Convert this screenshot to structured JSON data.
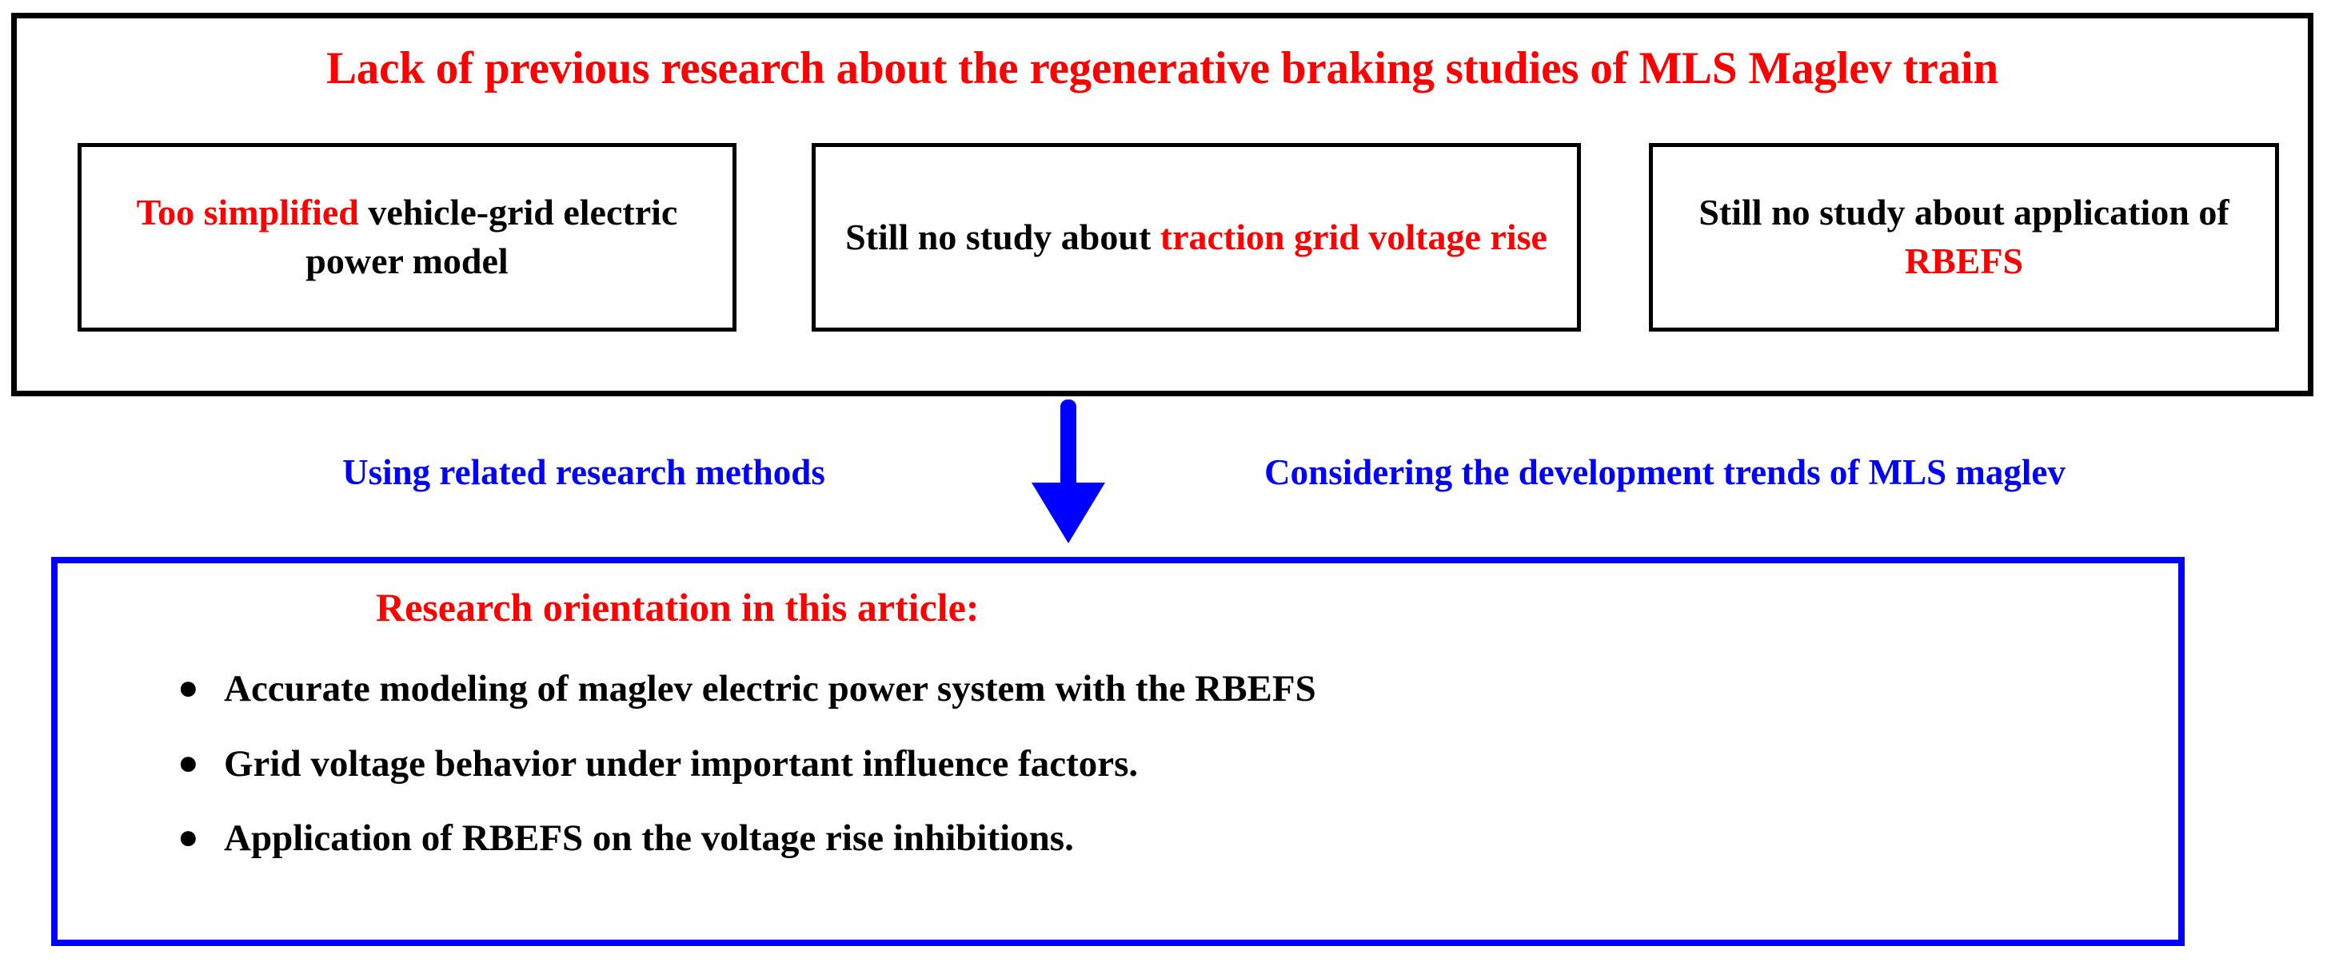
{
  "colors": {
    "red": "#fe0000",
    "blue": "#0000fe",
    "black": "#000000",
    "white": "#ffffff"
  },
  "top_section": {
    "title_full": "Lack of previous research about the regenerative braking studies of MLS Maglev train",
    "boxes": [
      {
        "id": "too-simplified-model",
        "highlight": "Too simplified",
        "rest": " vehicle-grid electric power model",
        "full": "Too simplified vehicle-grid electric power model"
      },
      {
        "id": "traction-grid-voltage-rise",
        "lead": "Still no study about ",
        "highlight": "traction grid voltage rise",
        "full": "Still no study about traction grid voltage rise"
      },
      {
        "id": "application-of-rbefs",
        "lead": "Still no study about application of ",
        "highlight": "RBEFS",
        "full": "Still no study about application of RBEFS"
      }
    ]
  },
  "middle": {
    "left_caption": "Using related research methods",
    "right_caption": "Considering the development trends of MLS maglev",
    "arrow": "down-arrow"
  },
  "bottom_section": {
    "title": "Research orientation in this article:",
    "bullet_glyph": "●",
    "bullets": [
      "Accurate modeling of maglev electric power system with the RBEFS",
      "Grid voltage behavior under important influence factors.",
      "Application of RBEFS on the voltage rise inhibitions."
    ]
  }
}
